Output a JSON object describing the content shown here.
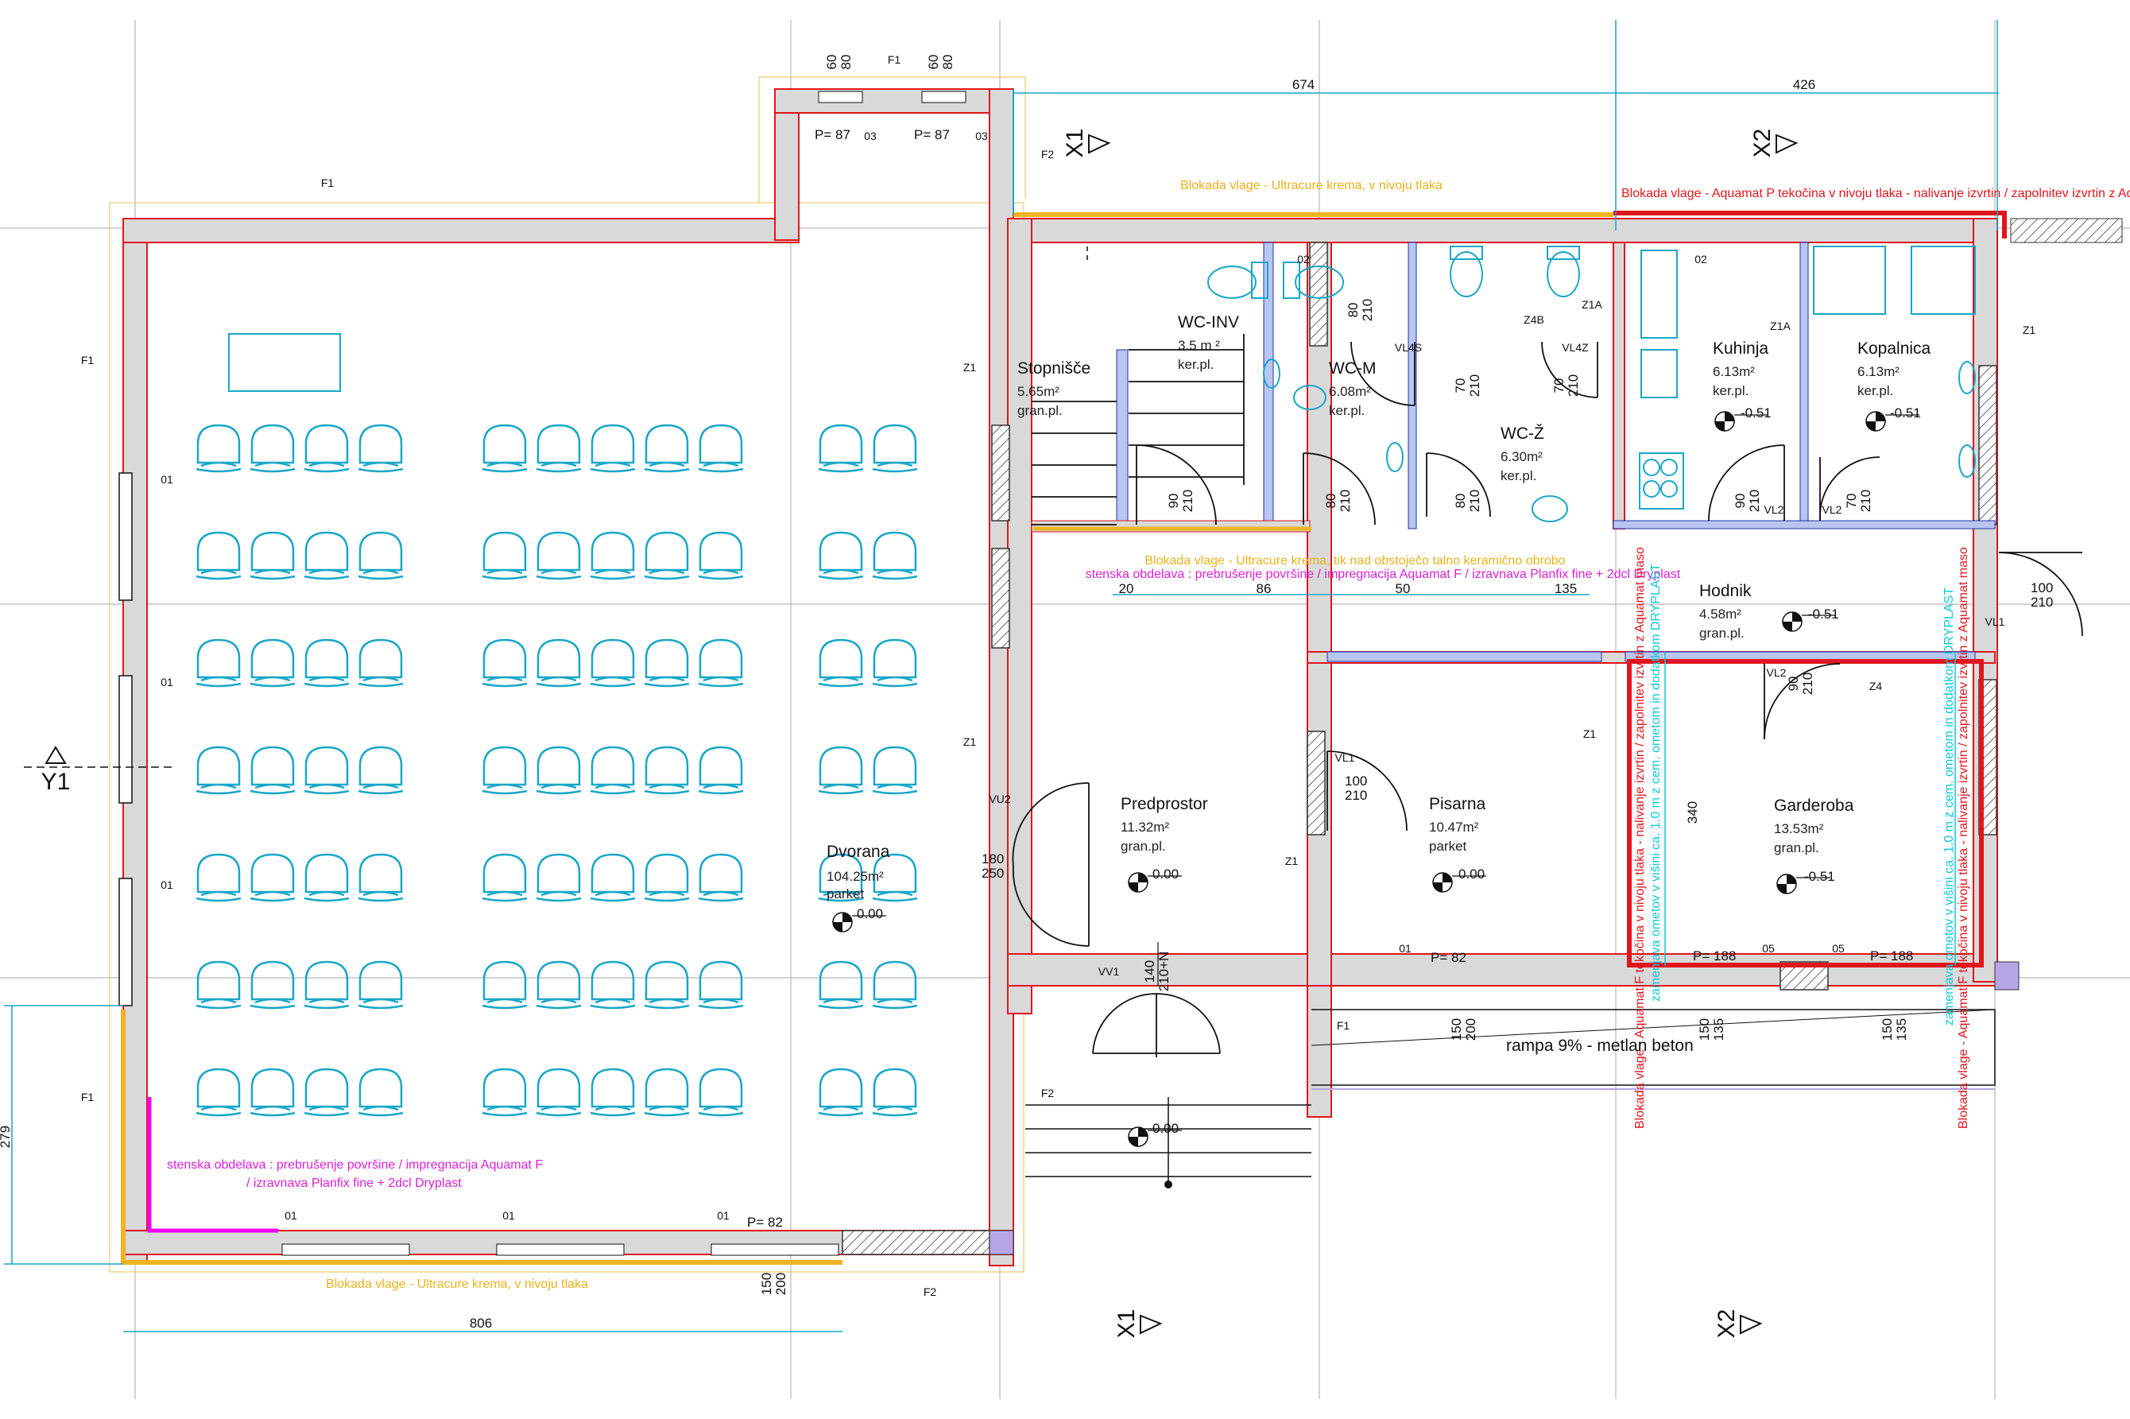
{
  "rooms": {
    "dvorana": {
      "name": "Dvorana",
      "area": "104.25m²",
      "floor": "parket",
      "level": "0.00"
    },
    "stopnisce": {
      "name": "Stopnišče",
      "area": "5.65m²",
      "floor": "gran.pl."
    },
    "wc_inv": {
      "name": "WC-INV",
      "area": "3.5 m ²",
      "floor": "ker.pl."
    },
    "wc_m": {
      "name": "WC-M",
      "area": "6.08m²",
      "floor": "ker.pl."
    },
    "wc_z": {
      "name": "WC-Ž",
      "area": "6.30m²",
      "floor": "ker.pl."
    },
    "kuhinja": {
      "name": "Kuhinja",
      "area": "6.13m²",
      "floor": "ker.pl.",
      "level": "-0.51"
    },
    "kopalnica": {
      "name": "Kopalnica",
      "area": "6.13m²",
      "floor": "ker.pl.",
      "level": "-0.51"
    },
    "hodnik": {
      "name": "Hodnik",
      "area": "4.58m²",
      "floor": "gran.pl.",
      "level": "-0.51"
    },
    "predprostor": {
      "name": "Predprostor",
      "area": "11.32m²",
      "floor": "gran.pl.",
      "level": "0.00"
    },
    "pisarna": {
      "name": "Pisarna",
      "area": "10.47m²",
      "floor": "parket",
      "level": "0.00"
    },
    "garderoba": {
      "name": "Garderoba",
      "area": "13.53m²",
      "floor": "gran.pl.",
      "level": "-0.51"
    }
  },
  "notes": {
    "ultracure_top": "Blokada vlage - Ultracure krema, v nivoju tlaka",
    "aquamat_top": "Blokada vlage - Aquamat P tekočina v nivoju tlaka - nalivanje izvrtin / zapolnitev izvrtin z Aquamat maso",
    "ultracure_inner": "Blokada vlage - Ultracure krema, tik nad obstoječo talno keramično obrobo",
    "wall_finish_inner": "stenska obdelava : prebrušenje površine / impregnacija Aquamat F / izravnava Planfix fine + 2dcl Dryplast",
    "wall_finish_left_1": "stenska obdelava : prebrušenje površine / impregnacija Aquamat F",
    "wall_finish_left_2": "/ izravnava Planfix fine + 2dcl Dryplast",
    "ultracure_bottom": "Blokada vlage - Ultracure krema, v nivoju tlaka",
    "aquamat_vertical_left": "Blokada vlage - Aquamat F tekočina v nivoju tlaka - nalivanje izvrtin / zapolnitev izvrtin z Aquamat maso",
    "cyan_vertical_left": "zamenjava ometov v višini ca. 1.0 m z cem. ometom in dodatkom DRYPLAST",
    "aquamat_vertical_right": "Blokada vlage - Aquamat F tekočina v nivoju tlaka - nalivanje izvrtin / zapolnitev izvrtin z Aquamat maso",
    "cyan_vertical_right": "zamenjava ometov v višini ca. 1.0 m z cem. ometom in dodatkom DRYPLAST",
    "ramp": "rampa 9% - metlan beton",
    "stair_level": "0.00"
  },
  "dimensions": {
    "top_left": "674",
    "top_right": "426",
    "bottom_width": "806",
    "left_height": "279",
    "d20": "20",
    "d86": "86",
    "d50": "50",
    "d135": "135",
    "d340": "340",
    "door_90_210": [
      "90",
      "210"
    ],
    "door_80_210": [
      "80",
      "210"
    ],
    "door_70_210": [
      "70",
      "210"
    ],
    "door_100_210": [
      "100",
      "210"
    ],
    "door_180_250": [
      "180",
      "250"
    ],
    "door_140_210n": [
      "140",
      "210+N"
    ],
    "win_60_80": [
      "60",
      "80"
    ],
    "win_150_200": [
      "150",
      "200"
    ],
    "win_150_135": [
      "150",
      "135"
    ]
  },
  "windows": {
    "p87": "P= 87",
    "p82": "P= 82",
    "p188": "P= 188",
    "o1": "01",
    "o2": "02",
    "o3": "03",
    "o5": "05"
  },
  "tags": {
    "f1": "F1",
    "f2": "F2",
    "z1": "Z1",
    "z1a": "Z1A",
    "z4": "Z4",
    "z4b": "Z4B",
    "vl1": "VL1",
    "vl2": "VL2",
    "vl4s": "VL4S",
    "vl4z": "VL4Z",
    "vu2": "VU2",
    "vv1": "VV1"
  },
  "axes": {
    "x1": "X1",
    "x2": "X2",
    "y1": "Y1"
  },
  "colors": {
    "wall_outline": "#e0161d",
    "wall_fill": "#d9d9d9",
    "ultracure": "#f0b323",
    "aquamat": "#e0161d",
    "furniture": "#19a7c9",
    "finish_note": "#dc1fd8",
    "replace_note": "#10c8d8"
  }
}
